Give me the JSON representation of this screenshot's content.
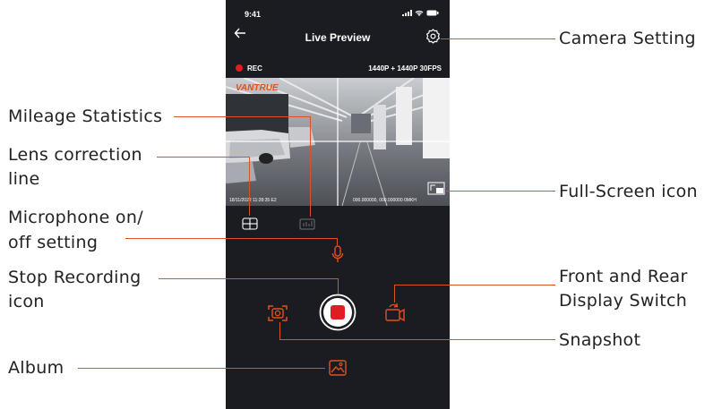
{
  "phone": {
    "status_time": "9:41",
    "nav_title": "Live Preview",
    "rec_label": "REC",
    "resolution": "1440P + 1440P 30FPS",
    "logo_text": "VANTRUE",
    "video_timestamp": "18/11/2022 11:28:35  E2",
    "video_coords": "000.000000,  000.000000  0MKH"
  },
  "annotations": {
    "camera_setting": "Camera Setting",
    "mileage_statistics": "Mileage Statistics",
    "lens_correction_1": "Lens correction",
    "lens_correction_2": "line",
    "full_screen_icon": "Full-Screen icon",
    "microphone_1": "Microphone on/",
    "microphone_2": "off setting",
    "stop_recording_1": "Stop Recording",
    "stop_recording_2": "icon",
    "front_rear_1": "Front and Rear",
    "front_rear_2": "Display Switch",
    "snapshot": "Snapshot",
    "album": "Album"
  },
  "colors": {
    "accent": "#d9541e",
    "record_red": "#e11d24",
    "phone_bg": "#1b1c22"
  }
}
